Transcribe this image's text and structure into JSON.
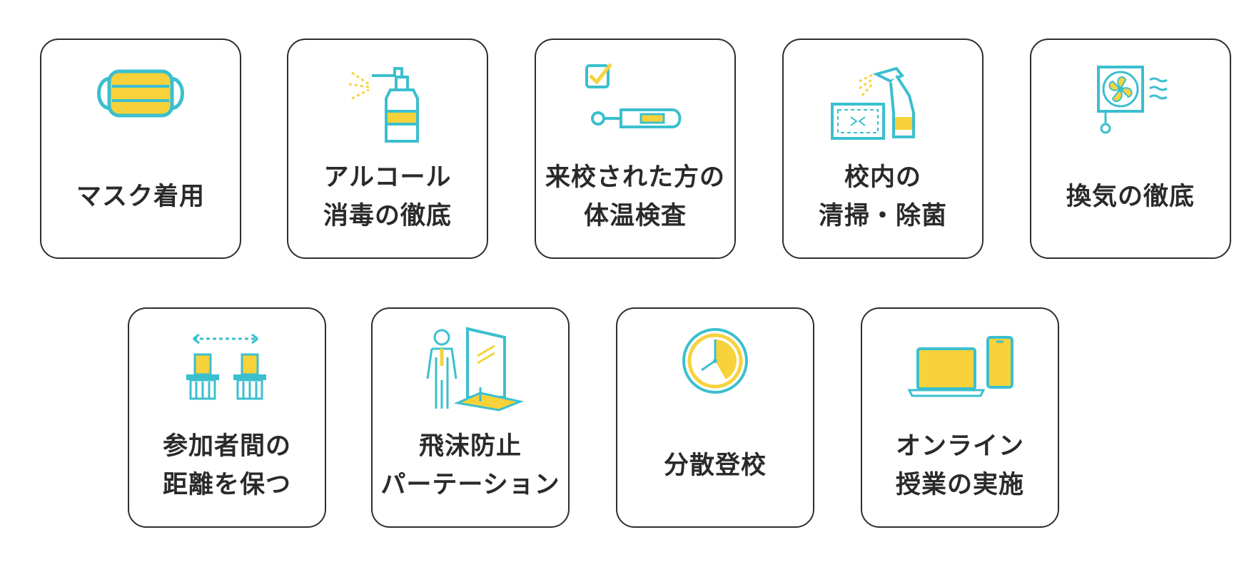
{
  "colors": {
    "teal": "#3bbfcf",
    "yellow": "#f7d23a",
    "border": "#2e2e2e",
    "text": "#2a2a2a"
  },
  "cards": [
    {
      "icon": "mask-icon",
      "lines": [
        "マスク着用"
      ]
    },
    {
      "icon": "alcohol-spray-bottle-icon",
      "lines": [
        "アルコール",
        "消毒の徹底"
      ]
    },
    {
      "icon": "thermometer-checkbox-icon",
      "lines": [
        "来校された方の",
        "体温検査"
      ]
    },
    {
      "icon": "cleaning-spray-cloth-icon",
      "lines": [
        "校内の",
        "清掃・除菌"
      ]
    },
    {
      "icon": "ventilation-fan-icon",
      "lines": [
        "換気の徹底"
      ]
    },
    {
      "icon": "distanced-desks-icon",
      "lines": [
        "参加者間の",
        "距離を保つ"
      ]
    },
    {
      "icon": "person-partition-icon",
      "lines": [
        "飛沫防止",
        "パーテーション"
      ]
    },
    {
      "icon": "clock-icon",
      "lines": [
        "分散登校"
      ]
    },
    {
      "icon": "laptop-phone-icon",
      "lines": [
        "オンライン",
        "授業の実施"
      ]
    }
  ]
}
